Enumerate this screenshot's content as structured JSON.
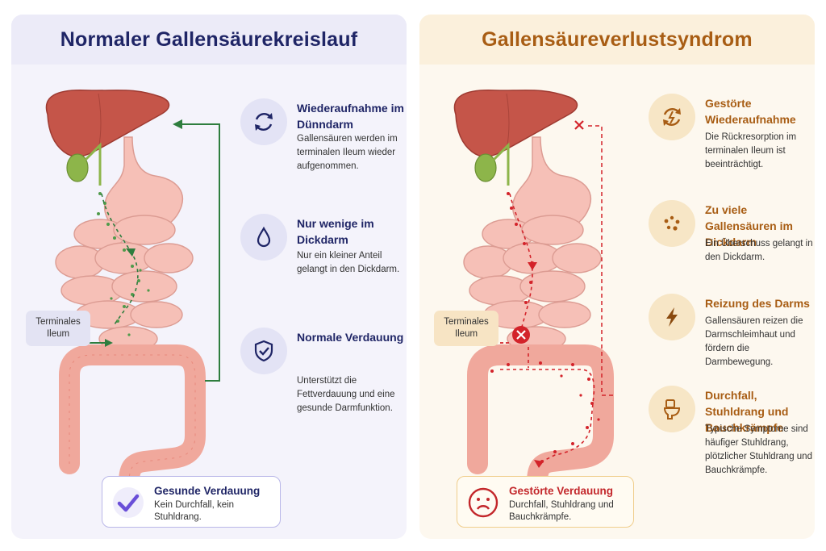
{
  "left": {
    "title": "Normaler Gallensäurekreislauf",
    "tag": "Terminales Ileum",
    "features": [
      {
        "icon": "recycle-arrows-icon",
        "title": "Wiederaufnahme im Dünndarm",
        "desc": "Gallensäuren werden im terminalen Ileum wieder aufgenommen."
      },
      {
        "icon": "droplet-icon",
        "title": "Nur wenige im Dickdarm",
        "desc": "Nur ein kleiner Anteil gelangt in den Dickdarm."
      },
      {
        "icon": "shield-check-icon",
        "title": "Normale Verdauung",
        "desc": "Unterstützt die Fettverdauung und eine gesunde Darmfunktion."
      }
    ],
    "result": {
      "icon": "checkmark-icon",
      "title": "Gesunde Verdauung",
      "desc": "Kein Durchfall, kein Stuhldrang."
    }
  },
  "right": {
    "title": "Gallensäureverlustsyndrom",
    "tag": "Terminales Ileum",
    "features": [
      {
        "icon": "broken-recycle-icon",
        "title": "Gestörte Wiederaufnahme",
        "desc": "Die Rückresorption im terminalen Ileum ist beeinträchtigt."
      },
      {
        "icon": "particles-icon",
        "title": "Zu viele Gallensäuren im Dickdarm",
        "desc": "Ein Überschuss gelangt in den Dickdarm."
      },
      {
        "icon": "lightning-icon",
        "title": "Reizung des Darms",
        "desc": "Gallensäuren reizen die Darmschleimhaut und fördern die Darmbewegung."
      },
      {
        "icon": "toilet-icon",
        "title": "Durchfall, Stuhldrang und Bauchkrämpfe",
        "desc": "Typische Symptome sind häufiger Stuhldrang, plötzlicher Stuhldrang und Bauchkrämpfe."
      }
    ],
    "result": {
      "icon": "sad-face-icon",
      "title": "Gestörte Verdauung",
      "desc": "Durchfall, Stuhldrang und Bauchkrämpfe."
    }
  },
  "colors": {
    "navy": "#1f2566",
    "amber": "#a85d14",
    "healthy_flow": "#2e7d3e",
    "disturbed_flow": "#d3232a",
    "check": "#6a4fd8"
  }
}
